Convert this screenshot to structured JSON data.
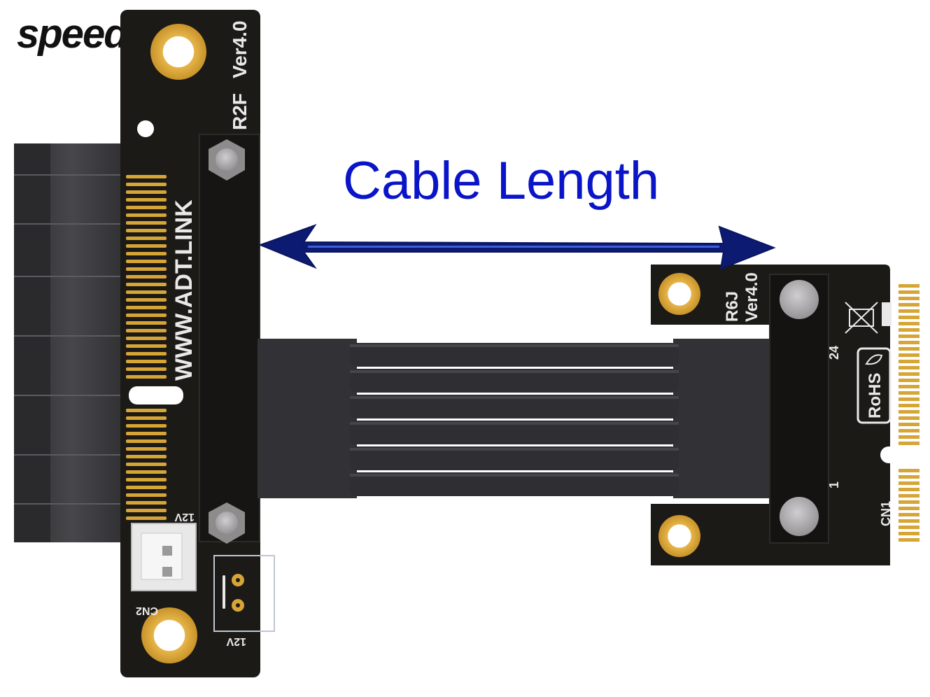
{
  "brand": {
    "logo_text": "speedier"
  },
  "headline": {
    "text": "Cable Length",
    "color": "#0a14c8"
  },
  "left_board": {
    "url_text": "WWW.ADT.LINK",
    "model": "R2F",
    "version": "Ver4.0",
    "power_label_top": "12V",
    "power_label_bottom": "12V",
    "connector_label": "CN2"
  },
  "right_board": {
    "model": "R6J",
    "version": "Ver4.0",
    "pin_high": "24",
    "pin_low": "1",
    "rohs": "RoHS",
    "connector_label": "CN1"
  },
  "colors": {
    "pcb": "#1b1a17",
    "gold": "#d7a436",
    "ribbon": "#2f2f33",
    "arrow": "#0d1a72",
    "slot": "#3b3b3e"
  },
  "icons": {
    "recycle_bin": "crossed-bin-icon",
    "rohs_leaf": "leaf-icon"
  }
}
